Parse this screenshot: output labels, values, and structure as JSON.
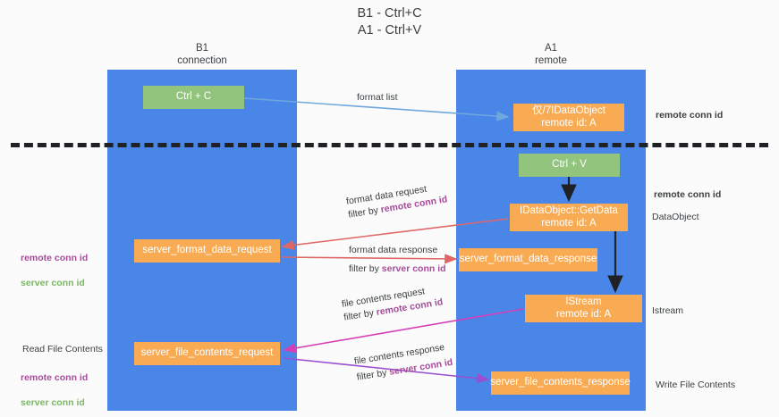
{
  "heading": "B1 - Ctrl+C\nA1 - Ctrl+V",
  "colors": {
    "lane": "#4a86e8",
    "green_node": "#93c47d",
    "orange_node": "#f9ab54",
    "purple_text": "#a64d9a",
    "green_text": "#7bb661",
    "divider": "#202124",
    "arrow_blue": "#6fa8dc",
    "arrow_red": "#e06666",
    "arrow_magenta": "#d63fb5",
    "arrow_purple": "#9a4fd0",
    "arrow_black": "#202124"
  },
  "lanes": [
    {
      "id": "b1",
      "title": "B1\nconnection"
    },
    {
      "id": "a1",
      "title": "A1\nremote"
    }
  ],
  "nodes": {
    "ctrl_c": "Ctrl + C",
    "idataobject": "仅/7IDataObject\nremote id: A",
    "ctrl_v": "Ctrl + V",
    "getdata": "IDataObject::GetData\nremote id: A",
    "server_format_data_request": "server_format_data_request",
    "server_format_data_response": "server_format_data_response",
    "istream": "IStream\nremote id: A",
    "server_file_contents_request": "server_file_contents_request",
    "server_file_contents_response": "server_file_contents_response"
  },
  "edge_labels": {
    "format_list": "format list",
    "format_data_request": "format data request",
    "format_data_request_filter_prefix": "filter by ",
    "format_data_request_filter_key": "remote conn id",
    "format_data_response": "format data response",
    "format_data_response_filter_prefix": "filter by ",
    "format_data_response_filter_key": "server conn id",
    "file_contents_request": "file contents request",
    "file_contents_request_filter_prefix": "filter by ",
    "file_contents_request_filter_key": "remote conn id",
    "file_contents_response": "file contents response",
    "file_contents_response_filter_prefix": "filter by ",
    "file_contents_response_filter_key": "server conn id"
  },
  "annotations": {
    "remote_conn_id_top": "remote conn id",
    "remote_conn_id_mid": "remote conn id",
    "dataobject": "DataObject",
    "istream": "Istream",
    "write_file_contents": "Write File Contents",
    "read_file_contents": "Read File Contents",
    "left_remote_conn_id_1": "remote conn id",
    "left_server_conn_id_1": "server conn id",
    "left_remote_conn_id_2": "remote conn id",
    "left_server_conn_id_2": "server conn id"
  }
}
